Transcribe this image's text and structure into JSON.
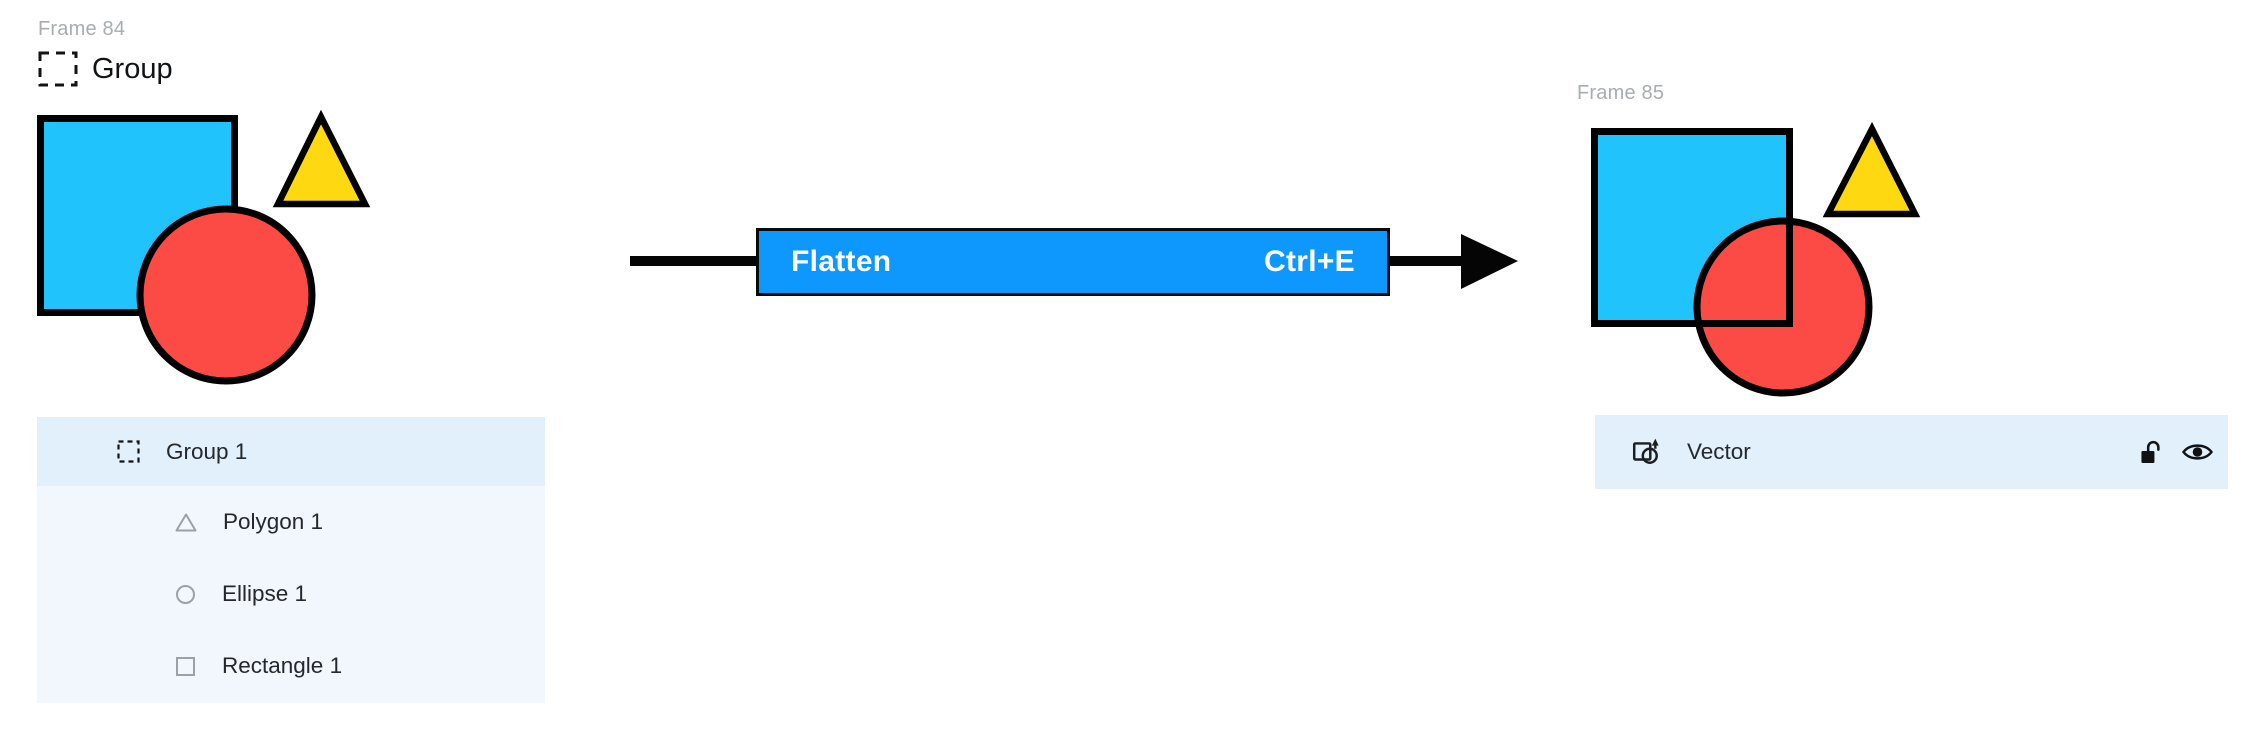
{
  "left": {
    "frame_label": "Frame 84",
    "group_title": "Group",
    "layers_panel": {
      "selected_row": {
        "label": "Group 1",
        "icon": "group-dashed-icon"
      },
      "children": [
        {
          "label": "Polygon 1",
          "icon": "triangle-outline-icon"
        },
        {
          "label": "Ellipse 1",
          "icon": "circle-outline-icon"
        },
        {
          "label": "Rectangle 1",
          "icon": "square-outline-icon"
        }
      ]
    },
    "shapes": [
      "blue-square",
      "yellow-triangle",
      "red-circle"
    ]
  },
  "menu_item": {
    "label": "Flatten",
    "shortcut": "Ctrl+E"
  },
  "right": {
    "frame_label": "Frame 85",
    "layer_row": {
      "label": "Vector",
      "left_icon": "vector-icon",
      "right_icons": [
        "unlock-icon",
        "eye-icon"
      ]
    },
    "shapes": [
      "flattened-vector-of-square-circle-triangle"
    ]
  },
  "colors": {
    "shape_cyan": "#21C3FD",
    "shape_red": "#FC4A45",
    "shape_yellow": "#FED912",
    "shape_stroke": "#000000",
    "menu_blue": "#0E97FD",
    "row_selected_bg": "#E2F0FC",
    "row_child_bg": "#F1F7FD",
    "frame_label_gray": "#A9ADB0",
    "icon_gray": "#9BA1A6",
    "text_dark": "#24282B"
  }
}
